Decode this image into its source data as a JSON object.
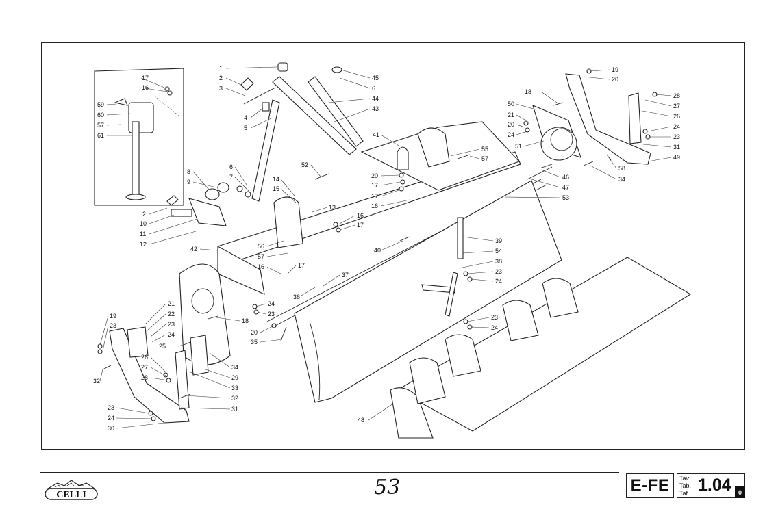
{
  "sheet": {
    "code": "E-FE",
    "tab_labels": [
      "Tav.",
      "Tab.",
      "Taf."
    ],
    "tab_number": "1.04",
    "revision": "0",
    "handwritten_page": "53",
    "brand": "CELLI"
  },
  "callouts": [
    {
      "id": "c1",
      "text": "1"
    },
    {
      "id": "c2",
      "text": "2"
    },
    {
      "id": "c3",
      "text": "3"
    },
    {
      "id": "c4",
      "text": "4"
    },
    {
      "id": "c5",
      "text": "5"
    },
    {
      "id": "c45",
      "text": "45"
    },
    {
      "id": "c6a",
      "text": "6"
    },
    {
      "id": "c44",
      "text": "44"
    },
    {
      "id": "c43",
      "text": "43"
    },
    {
      "id": "c41",
      "text": "41"
    },
    {
      "id": "c52",
      "text": "52"
    },
    {
      "id": "c6b",
      "text": "6"
    },
    {
      "id": "c7",
      "text": "7"
    },
    {
      "id": "c8",
      "text": "8"
    },
    {
      "id": "c9",
      "text": "9"
    },
    {
      "id": "c14",
      "text": "14"
    },
    {
      "id": "c15",
      "text": "15"
    },
    {
      "id": "c13",
      "text": "13"
    },
    {
      "id": "c16a",
      "text": "16"
    },
    {
      "id": "c17a",
      "text": "17"
    },
    {
      "id": "c20a",
      "text": "20"
    },
    {
      "id": "c17b",
      "text": "17"
    },
    {
      "id": "c17c",
      "text": "17"
    },
    {
      "id": "c16b",
      "text": "16"
    },
    {
      "id": "c55",
      "text": "55"
    },
    {
      "id": "c57a",
      "text": "57"
    },
    {
      "id": "c50",
      "text": "50"
    },
    {
      "id": "c18a",
      "text": "18"
    },
    {
      "id": "c21a",
      "text": "21"
    },
    {
      "id": "c20b",
      "text": "20"
    },
    {
      "id": "c24a",
      "text": "24"
    },
    {
      "id": "c51",
      "text": "51"
    },
    {
      "id": "c19a",
      "text": "19"
    },
    {
      "id": "c20c",
      "text": "20"
    },
    {
      "id": "c28a",
      "text": "28"
    },
    {
      "id": "c27a",
      "text": "27"
    },
    {
      "id": "c26a",
      "text": "26"
    },
    {
      "id": "c24b",
      "text": "24"
    },
    {
      "id": "c23a",
      "text": "23"
    },
    {
      "id": "c31a",
      "text": "31"
    },
    {
      "id": "c49",
      "text": "49"
    },
    {
      "id": "c58",
      "text": "58"
    },
    {
      "id": "c34a",
      "text": "34"
    },
    {
      "id": "c46",
      "text": "46"
    },
    {
      "id": "c47",
      "text": "47"
    },
    {
      "id": "c53",
      "text": "53"
    },
    {
      "id": "c17d",
      "text": "17"
    },
    {
      "id": "c16c",
      "text": "16"
    },
    {
      "id": "c59",
      "text": "59"
    },
    {
      "id": "c60",
      "text": "60"
    },
    {
      "id": "c57b",
      "text": "57"
    },
    {
      "id": "c61",
      "text": "61"
    },
    {
      "id": "c2b",
      "text": "2"
    },
    {
      "id": "c10",
      "text": "10"
    },
    {
      "id": "c11",
      "text": "11"
    },
    {
      "id": "c12",
      "text": "12"
    },
    {
      "id": "c42",
      "text": "42"
    },
    {
      "id": "c56",
      "text": "56"
    },
    {
      "id": "c57c",
      "text": "57"
    },
    {
      "id": "c16d",
      "text": "16"
    },
    {
      "id": "c17e",
      "text": "17"
    },
    {
      "id": "c39",
      "text": "39"
    },
    {
      "id": "c54",
      "text": "54"
    },
    {
      "id": "c38",
      "text": "38"
    },
    {
      "id": "c23b",
      "text": "23"
    },
    {
      "id": "c24c",
      "text": "24"
    },
    {
      "id": "c40",
      "text": "40"
    },
    {
      "id": "c37",
      "text": "37"
    },
    {
      "id": "c36",
      "text": "36"
    },
    {
      "id": "c24d",
      "text": "24"
    },
    {
      "id": "c23c",
      "text": "23"
    },
    {
      "id": "c18b",
      "text": "18"
    },
    {
      "id": "c20d",
      "text": "20"
    },
    {
      "id": "c35",
      "text": "35"
    },
    {
      "id": "c23d",
      "text": "23"
    },
    {
      "id": "c24e",
      "text": "24"
    },
    {
      "id": "c21b",
      "text": "21"
    },
    {
      "id": "c22",
      "text": "22"
    },
    {
      "id": "c23e",
      "text": "23"
    },
    {
      "id": "c24f",
      "text": "24"
    },
    {
      "id": "c25",
      "text": "25"
    },
    {
      "id": "c19b",
      "text": "19"
    },
    {
      "id": "c23f",
      "text": "23"
    },
    {
      "id": "c26b",
      "text": "26"
    },
    {
      "id": "c27b",
      "text": "27"
    },
    {
      "id": "c28b",
      "text": "28"
    },
    {
      "id": "c32a",
      "text": "32"
    },
    {
      "id": "c34b",
      "text": "34"
    },
    {
      "id": "c29",
      "text": "29"
    },
    {
      "id": "c33",
      "text": "33"
    },
    {
      "id": "c32b",
      "text": "32"
    },
    {
      "id": "c31b",
      "text": "31"
    },
    {
      "id": "c23g",
      "text": "23"
    },
    {
      "id": "c24g",
      "text": "24"
    },
    {
      "id": "c30",
      "text": "30"
    },
    {
      "id": "c48",
      "text": "48"
    }
  ]
}
